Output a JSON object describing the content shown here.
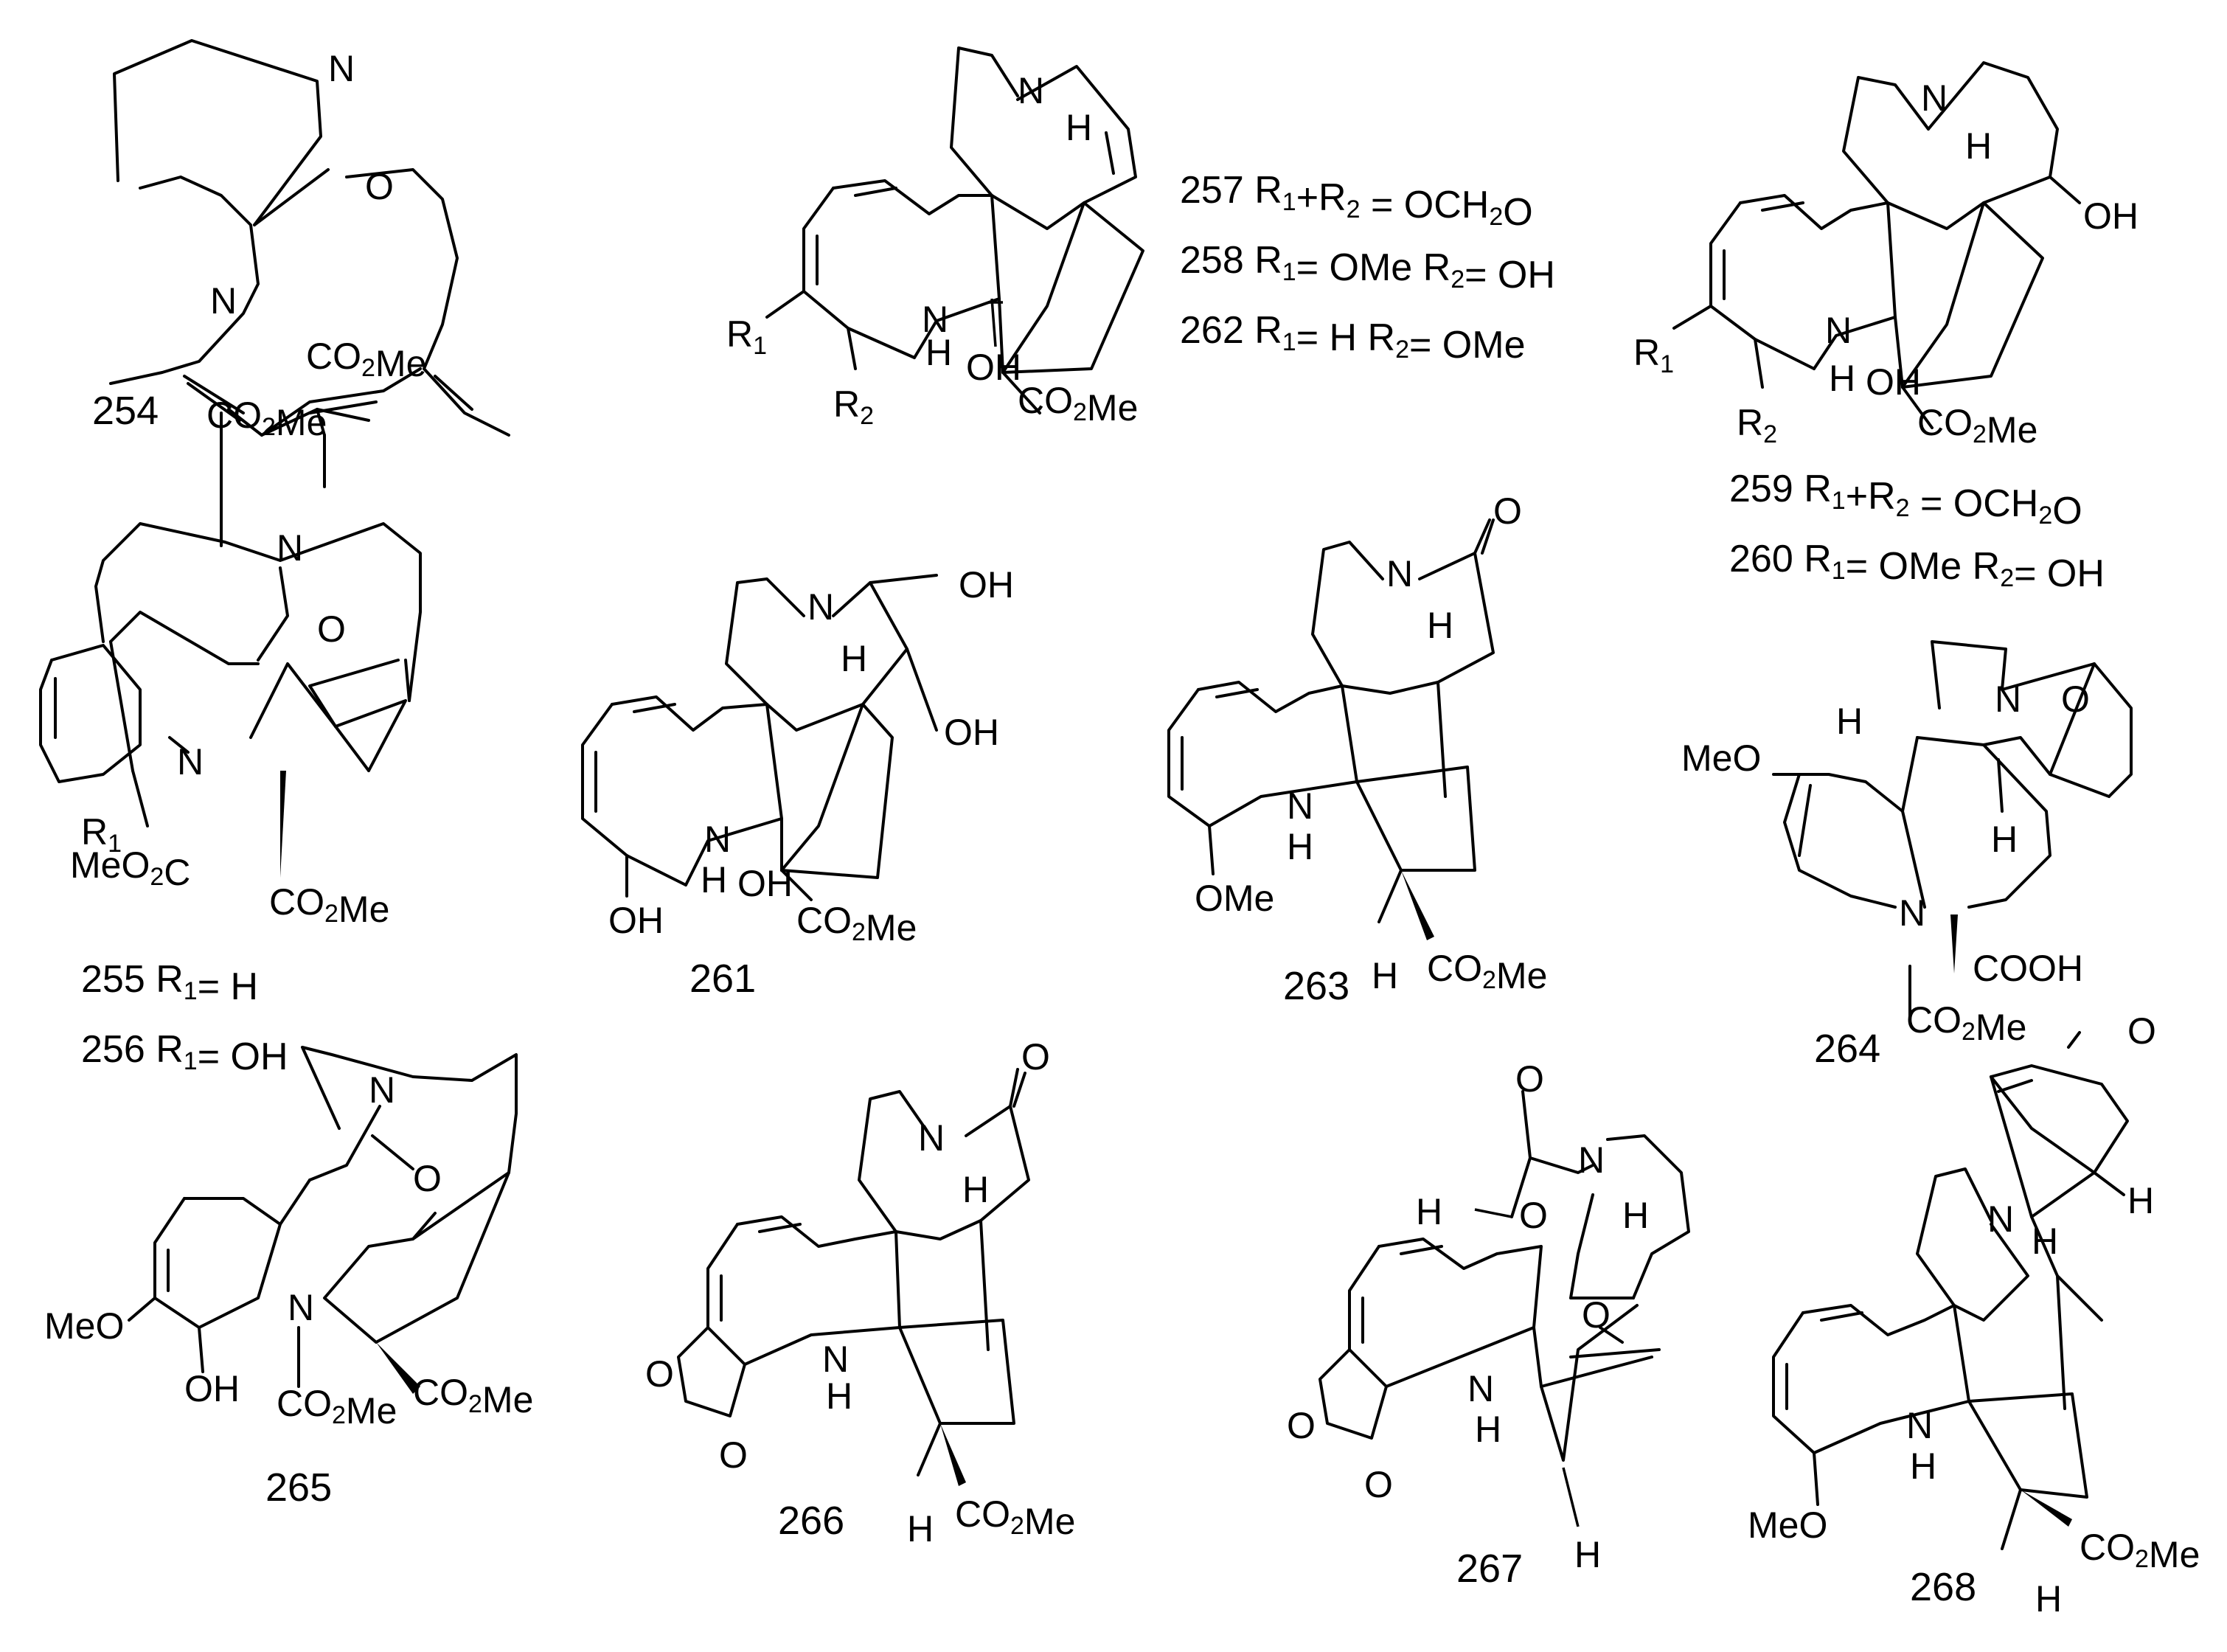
{
  "figure": {
    "compounds": [
      {
        "id": "254",
        "label": "254",
        "atoms": {
          "n1": "N",
          "o1": "O",
          "n2": "N",
          "e1": "CO2Me",
          "e2": "CO2Me"
        }
      },
      {
        "id": "257-258-262",
        "label": "",
        "atoms": {
          "n1": "N",
          "h1": "H",
          "nh": "N",
          "nh_h": "H",
          "oh": "OH",
          "e1": "CO2Me",
          "r1": "R1",
          "r2": "R2"
        }
      },
      {
        "id": "259-260",
        "label": "",
        "atoms": {
          "n1": "N",
          "h1": "H",
          "oh1": "OH",
          "nh": "N",
          "nh_h": "H",
          "oh2": "OH",
          "e1": "CO2Me",
          "r1": "R1",
          "r2": "R2"
        }
      },
      {
        "id": "255-256",
        "label": "",
        "atoms": {
          "n1": "N",
          "o1": "O",
          "n2": "N",
          "r1": "R1",
          "e1": "MeO2C",
          "e2": "CO2Me"
        }
      },
      {
        "id": "261",
        "label": "261",
        "atoms": {
          "n1": "N",
          "h1": "H",
          "oh1": "OH",
          "oh2": "OH",
          "nh": "N",
          "nh_h": "H",
          "oh3": "OH",
          "oh4": "OH",
          "e1": "CO2Me"
        }
      },
      {
        "id": "263",
        "label": "263",
        "atoms": {
          "o1": "O",
          "n1": "N",
          "h1": "H",
          "nh": "N",
          "nh_h": "H",
          "ome": "OMe",
          "h2": "H",
          "e1": "CO2Me"
        }
      },
      {
        "id": "264",
        "label": "264",
        "atoms": {
          "h1": "H",
          "n1": "N",
          "o1": "O",
          "meo": "MeO",
          "h2": "H",
          "n2": "N",
          "cooh": "COOH",
          "e1": "CO2Me"
        }
      },
      {
        "id": "265",
        "label": "265",
        "atoms": {
          "n1": "N",
          "o1": "O",
          "meo": "MeO",
          "oh": "OH",
          "n2": "N",
          "e1": "CO2Me",
          "e2": "CO2Me"
        }
      },
      {
        "id": "266",
        "label": "266",
        "atoms": {
          "o1": "O",
          "n1": "N",
          "h1": "H",
          "o2": "O",
          "o3": "O",
          "nh": "N",
          "nh_h": "H",
          "h2": "H",
          "e1": "CO2Me"
        }
      },
      {
        "id": "267",
        "label": "267",
        "atoms": {
          "o1": "O",
          "h1": "H",
          "o2": "O",
          "n1": "N",
          "h2": "H",
          "o3": "O",
          "o4": "O",
          "o5": "O",
          "nh": "N",
          "nh_h": "H",
          "h3": "H"
        }
      },
      {
        "id": "268",
        "label": "268",
        "atoms": {
          "o1": "O",
          "n1": "N",
          "h1": "H",
          "h2": "H",
          "nh": "N",
          "nh_h": "H",
          "meo": "MeO",
          "e1": "CO2Me",
          "h3": "H"
        }
      }
    ],
    "captions": {
      "c257": "257 R1+R2 = OCH2O",
      "c258": "258 R1= OMe  R2= OH",
      "c262": "262 R1= H        R2= OMe",
      "c259": "259 R1+R2 = OCH2O",
      "c260": "260 R1= OMe  R2= OH",
      "c255": "255 R1= H",
      "c256": "256 R1= OH"
    }
  }
}
